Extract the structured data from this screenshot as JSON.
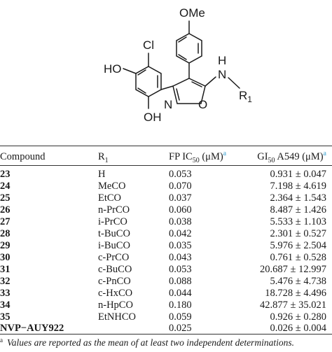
{
  "structure": {
    "labels": {
      "ome": "OMe",
      "cl": "Cl",
      "ho": "HO",
      "oh": "OH",
      "n_ring": "N",
      "o_ring": "O",
      "nh_h": "H",
      "nh_n": "N",
      "r": "R",
      "r_sub": "1"
    }
  },
  "table": {
    "headers": {
      "compound": "Compound",
      "r1_main": "R",
      "r1_sub": "1",
      "fp_prefix": "FP IC",
      "fp_sub": "50",
      "fp_unit": " (μM)",
      "fp_mark": "a",
      "gi_prefix": "GI",
      "gi_sub": "50",
      "gi_unit": " A549 (μM)",
      "gi_mark": "a"
    },
    "rows": [
      {
        "compound": "23",
        "r1": "H",
        "fp": "0.053",
        "gi": "0.931 ± 0.047"
      },
      {
        "compound": "24",
        "r1": "MeCO",
        "fp": "0.070",
        "gi": "7.198 ± 4.619"
      },
      {
        "compound": "25",
        "r1": "EtCO",
        "fp": "0.037",
        "gi": "2.364 ± 1.543"
      },
      {
        "compound": "26",
        "r1": "n-PrCO",
        "fp": "0.060",
        "gi": "8.487 ± 1.426"
      },
      {
        "compound": "27",
        "r1": "i-PrCO",
        "fp": "0.038",
        "gi": "5.533 ± 1.103"
      },
      {
        "compound": "28",
        "r1": "t-BuCO",
        "fp": "0.042",
        "gi": "2.301 ± 0.527"
      },
      {
        "compound": "29",
        "r1": "i-BuCO",
        "fp": "0.035",
        "gi": "5.976 ± 2.504"
      },
      {
        "compound": "30",
        "r1": "c-PrCO",
        "fp": "0.043",
        "gi": "0.761 ± 0.528"
      },
      {
        "compound": "31",
        "r1": "c-BuCO",
        "fp": "0.053",
        "gi": "20.687 ± 12.997"
      },
      {
        "compound": "32",
        "r1": "c-PnCO",
        "fp": "0.088",
        "gi": "5.476 ± 4.738"
      },
      {
        "compound": "33",
        "r1": "c-HxCO",
        "fp": "0.044",
        "gi": "18.728 ± 4.496"
      },
      {
        "compound": "34",
        "r1": "n-HpCO",
        "fp": "0.180",
        "gi": "42.877 ± 35.021"
      },
      {
        "compound": "35",
        "r1": "EtNHCO",
        "fp": "0.059",
        "gi": "0.926 ± 0.280"
      },
      {
        "compound": "NVP−AUY922",
        "r1": "",
        "fp": "0.025",
        "gi": "0.026 ± 0.004"
      }
    ]
  },
  "footnote": {
    "mark": "a",
    "text": "Values are reported as the mean of at least two independent determinations."
  }
}
